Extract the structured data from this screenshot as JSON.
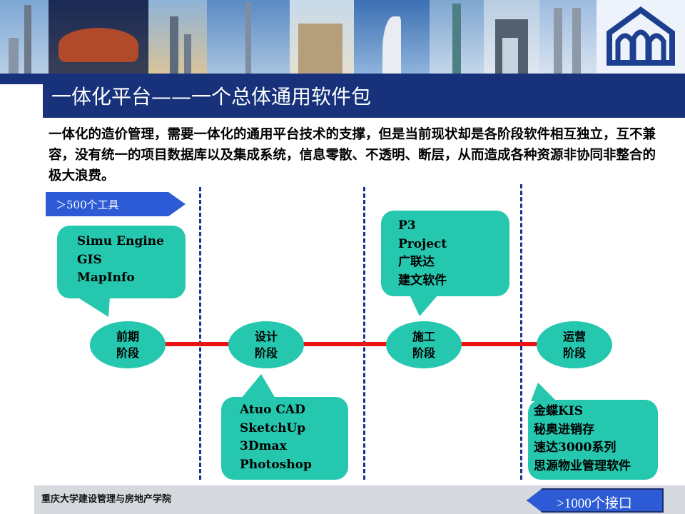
{
  "slide": {
    "title": "一体化平台——一个总体通用软件包",
    "intro": "一体化的造价管理，需要一体化的通用平台技术的支撑，但是当前现状却是各阶段软件相互独立，互不兼容，没有统一的项目数据库以及集成系统，信息零散、不透明、断层，从而造成各种资源非协同非整合的极大浪费。"
  },
  "tools_tag": {
    "label": "＞500个工具"
  },
  "interfaces_tag": {
    "label": ">1000个接口"
  },
  "stages": [
    {
      "line1": "前期",
      "line2": "阶段"
    },
    {
      "line1": "设计",
      "line2": "阶段"
    },
    {
      "line1": "施工",
      "line2": "阶段"
    },
    {
      "line1": "运营",
      "line2": "阶段"
    }
  ],
  "callouts": {
    "pre": [
      "Simu Engine",
      "GIS",
      "MapInfo"
    ],
    "design": [
      "Atuo CAD",
      "SketchUp",
      "3Dmax",
      "Photoshop"
    ],
    "construction": [
      "P3",
      "Project",
      "广联达",
      "建文软件"
    ],
    "operation": [
      "金蝶KIS",
      "秘奥进销存",
      "速达3000系列",
      "思源物业管理软件"
    ]
  },
  "footer": {
    "institution": "重庆大学建设管理与房地产学院"
  },
  "colors": {
    "title_bar": "#17327a",
    "teal": "#25c7ae",
    "timeline": "#e81414",
    "tag_blue": "#2d5bd6",
    "divider": "#1a2f8f"
  },
  "icons": {
    "logo": "house-arch-logo"
  }
}
